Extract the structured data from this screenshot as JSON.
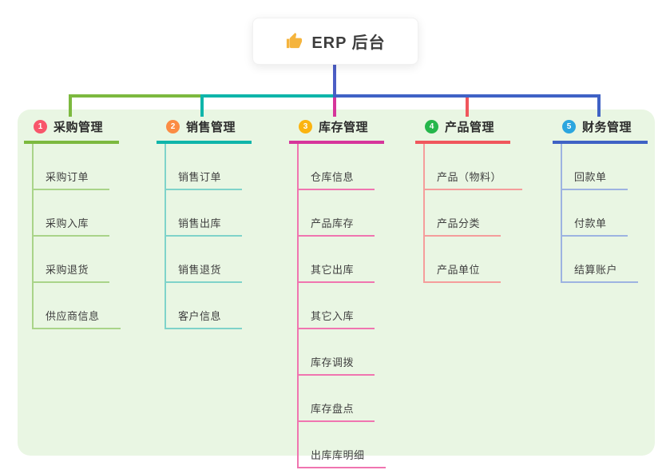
{
  "root": {
    "title": "ERP 后台",
    "icon": "thumbs-up-icon",
    "icon_color": "#f5b43d",
    "stem_color": "#4c5ec5"
  },
  "canvas": {
    "page_bg": "#ffffff",
    "panel_bg": "#e9f6e3"
  },
  "branches": [
    {
      "index": "1",
      "label": "采购管理",
      "badge_color": "#f8566b",
      "line_color": "#7cb93f",
      "child_line_color": "#a9d489",
      "children": [
        "采购订单",
        "采购入库",
        "采购退货",
        "供应商信息"
      ]
    },
    {
      "index": "2",
      "label": "销售管理",
      "badge_color": "#fb8c44",
      "line_color": "#0fb5aa",
      "child_line_color": "#7fd3ca",
      "children": [
        "销售订单",
        "销售出库",
        "销售退货",
        "客户信息"
      ]
    },
    {
      "index": "3",
      "label": "库存管理",
      "badge_color": "#fbb410",
      "line_color": "#d6359b",
      "child_line_color": "#f075b0",
      "children": [
        "仓库信息",
        "产品库存",
        "其它出库",
        "其它入库",
        "库存调拨",
        "库存盘点",
        "出库库明细"
      ]
    },
    {
      "index": "4",
      "label": "产品管理",
      "badge_color": "#26b64b",
      "line_color": "#f0565c",
      "child_line_color": "#f59d9b",
      "children": [
        "产品（物料）",
        "产品分类",
        "产品单位"
      ]
    },
    {
      "index": "5",
      "label": "财务管理",
      "badge_color": "#2ba6df",
      "line_color": "#3f62c5",
      "child_line_color": "#9db3e1",
      "children": [
        "回款单",
        "付款单",
        "结算账户"
      ]
    }
  ]
}
